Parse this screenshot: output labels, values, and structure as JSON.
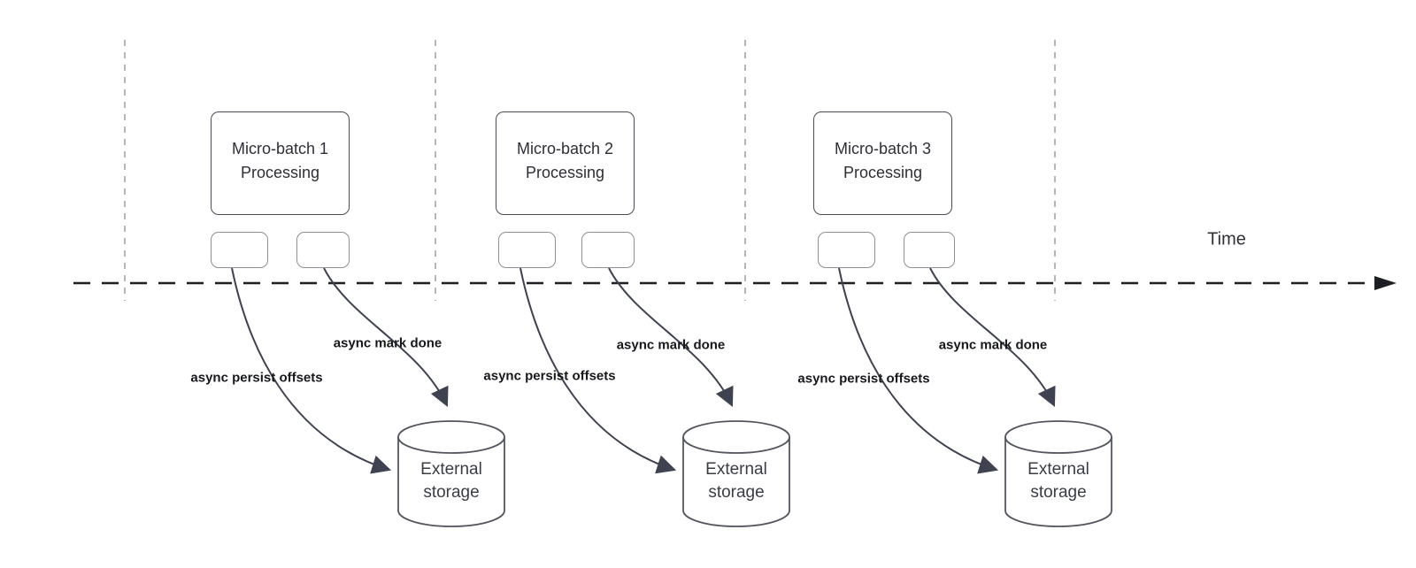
{
  "diagram": {
    "time_label": "Time",
    "background": "#ffffff",
    "colors": {
      "box_stroke": "#4a4b54",
      "task_box_stroke": "#8d8f95",
      "arrow_stroke": "#3f4351",
      "axis_color": "#1d1e24",
      "lane_divider_color": "#b5b6ba",
      "box_text": "#2e2f36",
      "flow_label_text": "#17181c",
      "storage_text": "#3b3d45"
    },
    "icons": {
      "time_axis_arrow": "arrow-right",
      "flow_arrow": "curved-arrow",
      "storage_shape": "database-cylinder"
    }
  },
  "units": [
    {
      "title_line1": "Micro-batch 1",
      "title_line2": "Processing",
      "persist_label": "async persist offsets",
      "done_label": "async mark done",
      "storage_line1": "External",
      "storage_line2": "storage"
    },
    {
      "title_line1": "Micro-batch 2",
      "title_line2": "Processing",
      "persist_label": "async persist offsets",
      "done_label": "async mark done",
      "storage_line1": "External",
      "storage_line2": "storage"
    },
    {
      "title_line1": "Micro-batch 3",
      "title_line2": "Processing",
      "persist_label": "async persist offsets",
      "done_label": "async mark done",
      "storage_line1": "External",
      "storage_line2": "storage"
    }
  ]
}
